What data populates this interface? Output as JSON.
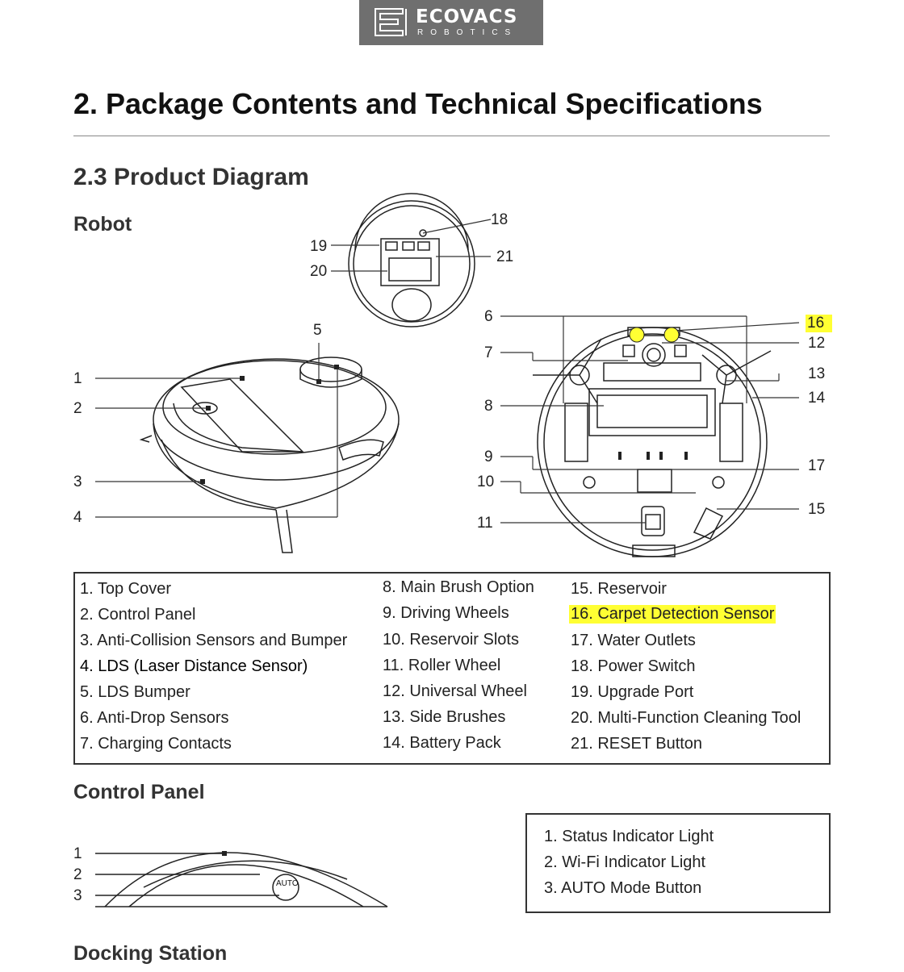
{
  "logo": {
    "brand": "ECOVACS",
    "sub": "ROBOTICS"
  },
  "page_title": "2. Package Contents and Technical Specifications",
  "section_title": "2.3 Product Diagram",
  "robot": {
    "heading": "Robot",
    "callouts": [
      "1",
      "2",
      "3",
      "4",
      "5",
      "6",
      "7",
      "8",
      "9",
      "10",
      "11",
      "12",
      "13",
      "14",
      "15",
      "16",
      "17",
      "18",
      "19",
      "20",
      "21"
    ],
    "col1": [
      "1. Top Cover",
      "2. Control Panel",
      "3. Anti-Collision Sensors and Bumper",
      "4. LDS (Laser Distance Sensor)",
      "5. LDS Bumper",
      "6. Anti-Drop Sensors",
      "7. Charging Contacts"
    ],
    "col2": [
      "8. Main Brush Option",
      "9. Driving Wheels",
      "10. Reservoir Slots",
      "11. Roller Wheel",
      "12. Universal Wheel",
      "13. Side Brushes",
      "14. Battery Pack"
    ],
    "col3": [
      "15. Reservoir",
      "16. Carpet Detection Sensor",
      "17. Water Outlets",
      "18. Power Switch",
      "19. Upgrade Port",
      "20. Multi-Function Cleaning Tool",
      "21. RESET Button"
    ]
  },
  "control_panel": {
    "heading": "Control Panel",
    "callouts": [
      "1",
      "2",
      "3"
    ],
    "auto_label": "AUTO",
    "items": [
      "1. Status Indicator Light",
      "2. Wi-Fi Indicator Light",
      "3. AUTO Mode Button"
    ]
  },
  "docking_station": {
    "heading": "Docking Station"
  },
  "highlight_color": "#ffff33"
}
